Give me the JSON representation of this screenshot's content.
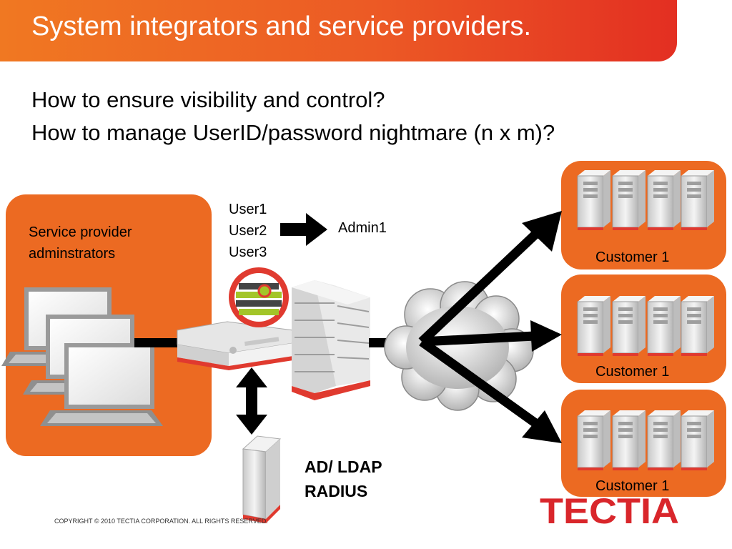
{
  "header": {
    "title": "System integrators and service providers."
  },
  "questions": [
    "How to ensure visibility and control?",
    "How to manage UserID/password nightmare (n x m)?"
  ],
  "left_panel": {
    "label_line1": "Service provider",
    "label_line2": "adminstrators"
  },
  "users": [
    "User1",
    "User2",
    "User3"
  ],
  "admin_label": "Admin1",
  "directory": {
    "line1": "AD/ LDAP",
    "line2": "RADIUS"
  },
  "customers": [
    "Customer 1",
    "Customer 1",
    "Customer 1"
  ],
  "footer": {
    "copyright": "COPYRIGHT © 2010 TECTIA CORPORATION. ALL RIGHTS RESERVED."
  },
  "logo_text": "TECTIA",
  "colors": {
    "brand_orange": "#ec6a22",
    "brand_red": "#e32f22",
    "logo_red": "#d9262b"
  }
}
